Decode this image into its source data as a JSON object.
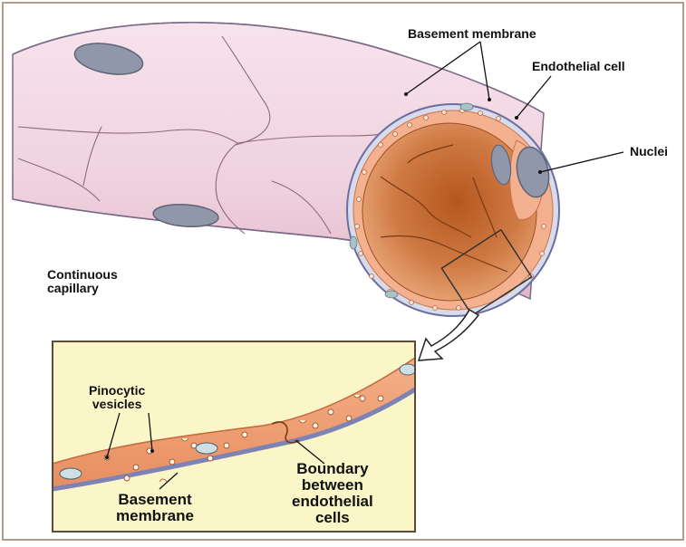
{
  "labels": {
    "basement_membrane_top": "Basement membrane",
    "endothelial_cell": "Endothelial cell",
    "nuclei": "Nuclei",
    "continuous_capillary": [
      "Continuous",
      "capillary"
    ],
    "pinocytic_vesicles": [
      "Pinocytic",
      "vesicles"
    ],
    "basement_membrane_inset": [
      "Basement",
      "membrane"
    ],
    "boundary": [
      "Boundary",
      "between",
      "endothelial",
      "cells"
    ]
  },
  "colors": {
    "tube_outer": "#f3d9e4",
    "tube_shade": "#e3bccd",
    "lumen": "#c46a34",
    "endothelium": "#f0a17a",
    "basement": "#8a8fb8",
    "nucleus": "#8f97a8",
    "inset_bg": "#fbf6c8",
    "inset_cell": "#ee9a6e",
    "frame": "#5a4a3a"
  }
}
